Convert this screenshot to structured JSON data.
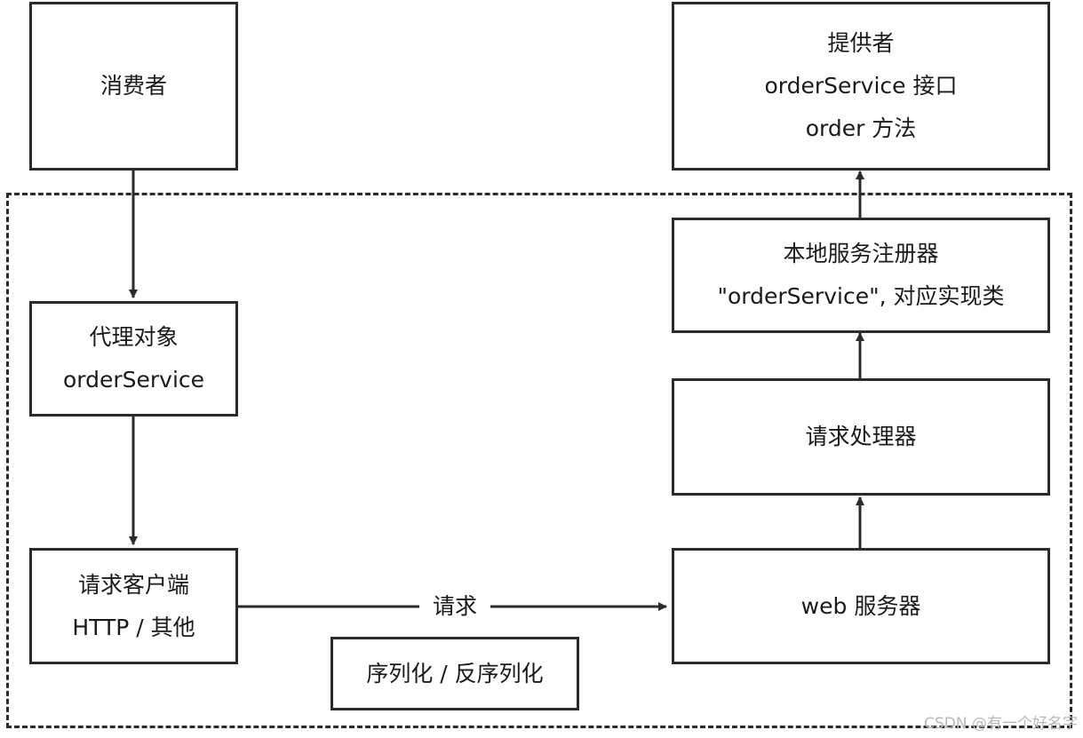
{
  "nodes": {
    "consumer": {
      "lines": [
        "消费者"
      ]
    },
    "provider": {
      "lines": [
        "提供者",
        "orderService 接口",
        "order 方法"
      ]
    },
    "proxy": {
      "lines": [
        "代理对象",
        "orderService"
      ]
    },
    "registry": {
      "lines": [
        "本地服务注册器",
        "\"orderService\", 对应实现类"
      ]
    },
    "handler": {
      "lines": [
        "请求处理器"
      ]
    },
    "client": {
      "lines": [
        "请求客户端",
        "HTTP / 其他"
      ]
    },
    "web_server": {
      "lines": [
        "web 服务器"
      ]
    },
    "serializer": {
      "lines": [
        "序列化 / 反序列化"
      ]
    }
  },
  "edges": {
    "request_label": "请求"
  },
  "watermark": "CSDN @有一个好名字",
  "colors": {
    "stroke": "#2b2b2b",
    "background": "#ffffff",
    "watermark": "#b8b8b8"
  }
}
